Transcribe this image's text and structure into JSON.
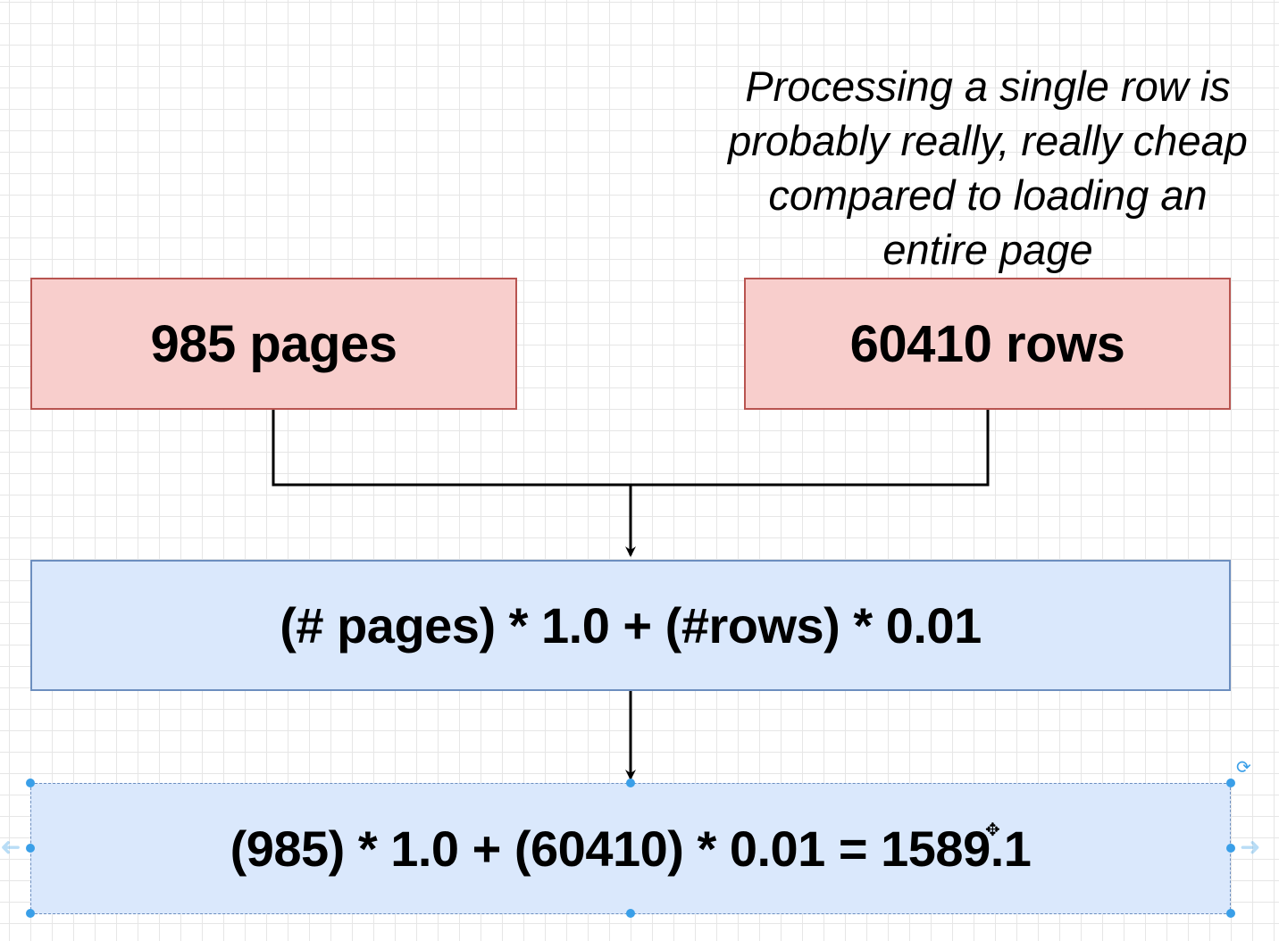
{
  "diagram": {
    "note": "Processing a single row is\nprobably really, really cheap\ncompared to loading an\nentire page",
    "boxes": {
      "pages": "985 pages",
      "rows": "60410 rows",
      "formula": "(# pages) * 1.0 + (#rows) * 0.01",
      "result": "(985) * 1.0 + (60410) * 0.01 = 1589.1"
    }
  },
  "colors": {
    "pink_fill": "#f8cecc",
    "pink_border": "#b85450",
    "blue_fill": "#dae8fc",
    "blue_border": "#6c8ebf",
    "connector": "#000000",
    "selection": "#3a9fe8"
  },
  "selection_icons": {
    "rotate": "rotate-icon",
    "move": "move-icon",
    "connect_arrows": "arrow-right-icon"
  }
}
